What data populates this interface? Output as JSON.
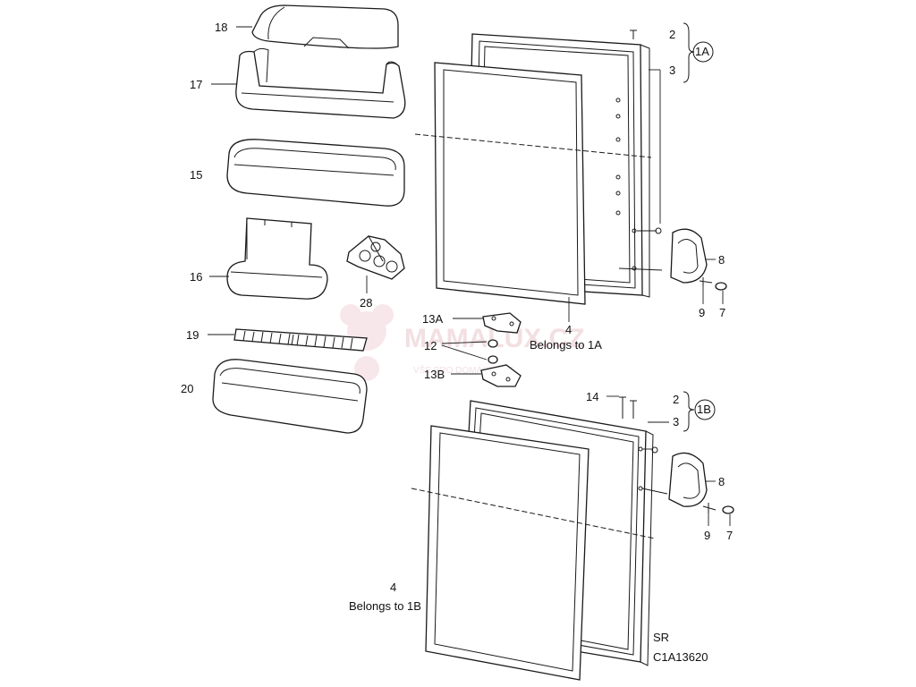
{
  "watermark": {
    "brand": "MAMALUX.CZ",
    "tagline": "VŠE PRO DOMÁCNOST"
  },
  "labels": {
    "p18": "18",
    "p17": "17",
    "p15": "15",
    "p16": "16",
    "p28": "28",
    "p19": "19",
    "p20": "20",
    "p2_upper": "2",
    "p3_upper": "3",
    "group_1a": "1A",
    "p8_upper": "8",
    "p9_upper": "9",
    "p7_upper": "7",
    "p13a": "13A",
    "p12": "12",
    "p13b": "13B",
    "p4_upper": "4",
    "belongs_1a": "Belongs to 1A",
    "p14": "14",
    "p2_lower": "2",
    "p3_lower": "3",
    "group_1b": "1B",
    "p8_lower": "8",
    "p9_lower": "9",
    "p7_lower": "7",
    "p4_lower": "4",
    "belongs_1b": "Belongs to 1B",
    "sr": "SR",
    "drawing_code": "C1A13620"
  }
}
